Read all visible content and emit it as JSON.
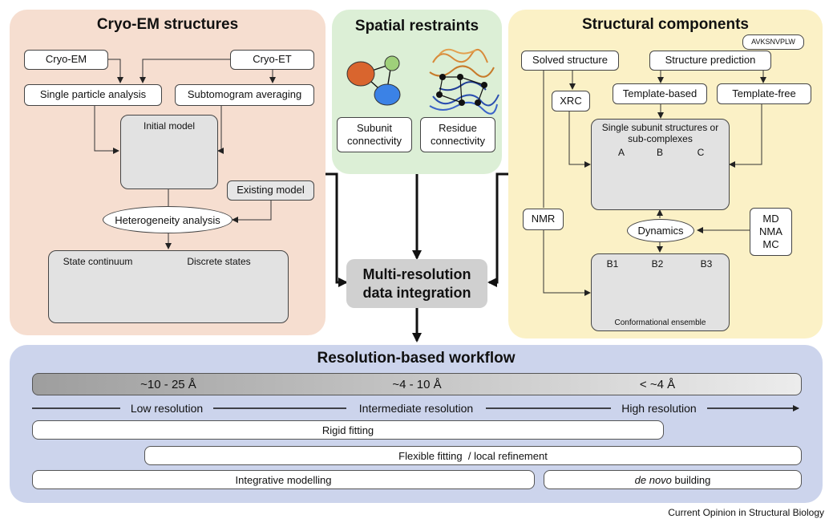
{
  "cryo_em": {
    "title": "Cryo-EM structures",
    "cryo_em_label": "Cryo-EM",
    "cryo_et_label": "Cryo-ET",
    "spa_label": "Single particle analysis",
    "sta_label": "Subtomogram averaging",
    "initial_model_label": "Initial model",
    "existing_model_label": "Existing model",
    "heterogeneity_label": "Heterogeneity analysis",
    "state_continuum_label": "State continuum",
    "discrete_states_label": "Discrete states"
  },
  "spatial": {
    "title": "Spatial restraints",
    "subunit_label": "Subunit connectivity",
    "residue_label": "Residue connectivity"
  },
  "structural": {
    "title": "Structural components",
    "sequence_tag": "AVKSNVPLW",
    "solved_label": "Solved structure",
    "prediction_label": "Structure prediction",
    "xrc_label": "XRC",
    "template_based_label": "Template-based",
    "template_free_label": "Template-free",
    "single_subunit_label": "Single subunit structures or sub-complexes",
    "sub_a": "A",
    "sub_b": "B",
    "sub_c": "C",
    "nmr_label": "NMR",
    "dynamics_label": "Dynamics",
    "md_label": "MD",
    "nma_label": "NMA",
    "mc_label": "MC",
    "b1": "B1",
    "b2": "B2",
    "b3": "B3",
    "ensemble_label": "Conformational ensemble"
  },
  "center": {
    "integration_label": "Multi-resolution data integration"
  },
  "workflow": {
    "title": "Resolution-based workflow",
    "range_low": "~10 - 25 Å",
    "range_mid": "~4 - 10 Å",
    "range_high": "< ~4 Å",
    "low_label": "Low resolution",
    "mid_label": "Intermediate resolution",
    "high_label": "High resolution",
    "rigid_label": "Rigid fitting",
    "flexible_label": "Flexible fitting  / local refinement",
    "integrative_label": "Integrative modelling",
    "denovo_italic": "de novo",
    "denovo_rest": " building"
  },
  "footer": {
    "source": "Current Opinion in Structural Biology"
  },
  "colors": {
    "cryo_panel": "#f6ded0",
    "spatial_panel": "#dcefd6",
    "structural_panel": "#fbf1c6",
    "workflow_panel": "#ccd4ec",
    "protein_dark_blue": "#2b3f9e",
    "protein_light_blue": "#6f86d8",
    "protein_teal": "#4f8f86",
    "protein_orange": "#d88a3a",
    "protein_green": "#5aa42e"
  }
}
